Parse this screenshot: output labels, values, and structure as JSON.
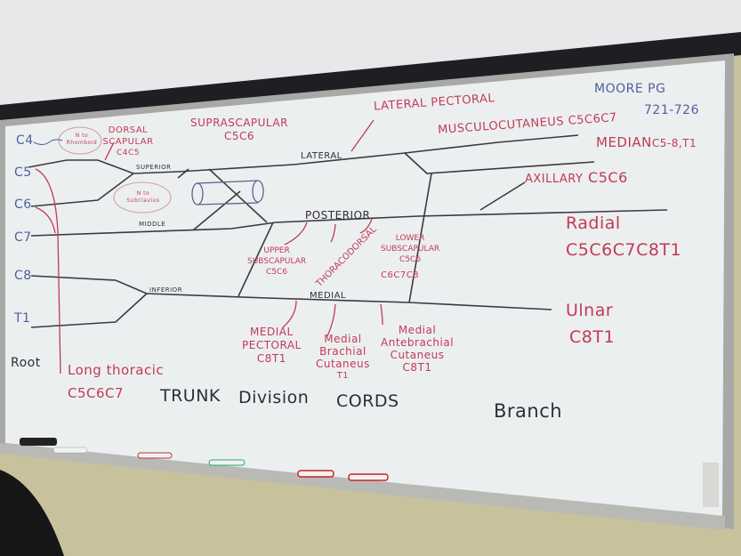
{
  "roots": {
    "c4": "C4",
    "c5": "C5",
    "c6": "C6",
    "c7": "C7",
    "c8": "C8",
    "t1": "T1",
    "title": "Root"
  },
  "trunks": {
    "superior": "Superior",
    "middle": "Middle",
    "inferior": "Inferior"
  },
  "cords": {
    "lateral": "Lateral",
    "posterior": "Posterior",
    "medial": "Medial"
  },
  "circle_notes": {
    "rhomboid": "N to Rhomboid",
    "subclavius": "N to Subclavius"
  },
  "nerves": {
    "dorsal_scapular": {
      "name": "Dorsal Scapular",
      "roots": "C4C5"
    },
    "suprascapular": {
      "name": "Suprascapular",
      "roots": "C5C6"
    },
    "lateral_pectoral": {
      "name": "Lateral Pectoral"
    },
    "musculocutaneous": {
      "name": "MusculoCutaneus",
      "roots": "C5C6C7"
    },
    "median": {
      "name": "Median",
      "roots": "C5-8,T1"
    },
    "axillary": {
      "name": "Axillary",
      "roots": "C5C6"
    },
    "radial": {
      "name": "Radial",
      "roots": "C5C6C7C8T1"
    },
    "ulnar": {
      "name": "Ulnar",
      "roots": "C8T1"
    },
    "upper_subscapular": {
      "name1": "Upper",
      "name2": "Subscapular",
      "roots": "C5C6"
    },
    "thoracodorsal": {
      "name": "Thoracodorsal",
      "roots": "C6C7C8"
    },
    "lower_subscapular": {
      "name1": "Lower",
      "name2": "Subscapular",
      "roots": "C5C6"
    },
    "medial_pectoral": {
      "name1": "Medial",
      "name2": "Pectoral",
      "roots": "C8T1"
    },
    "medial_brachial_cutaneous": {
      "name1": "Medial",
      "name2": "Brachial",
      "name3": "Cutaneus",
      "roots": "T1"
    },
    "medial_antebrachial_cutaneous": {
      "name1": "Medial",
      "name2": "Antebrachial",
      "name3": "Cutaneus",
      "roots": "C8T1"
    },
    "long_thoracic": {
      "name": "Long thoracic",
      "roots": "C5C6C7"
    }
  },
  "reference": {
    "line1": "Moore pg",
    "line2": "721-726"
  },
  "section_labels": {
    "trunk": "Trunk",
    "division": "Division",
    "cords": "Cords",
    "branch": "Branch"
  },
  "colors": {
    "red_marker": "#c23a55",
    "black_marker": "#2e2e33",
    "blue_marker": "#4f5f9f",
    "wall": "#c8c29c",
    "board": "#eceff0"
  }
}
